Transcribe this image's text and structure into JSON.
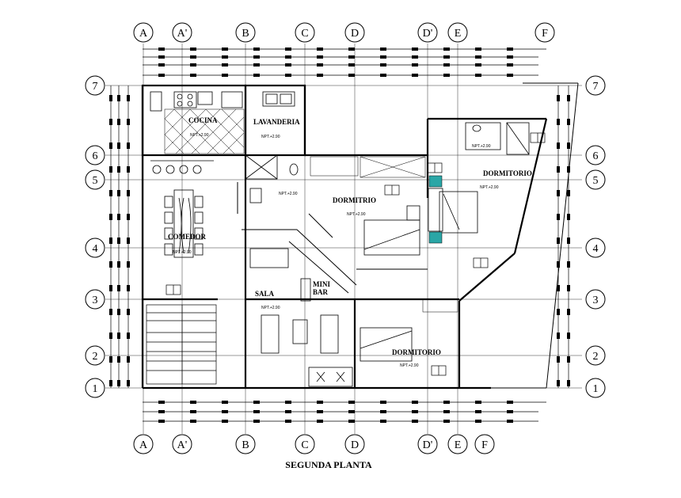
{
  "plan_title": "SEGUNDA PLANTA",
  "axes_top": [
    "A",
    "A'",
    "B",
    "C",
    "D",
    "D'",
    "E",
    "F"
  ],
  "axes_bottom": [
    "A",
    "A'",
    "B",
    "C",
    "D",
    "D'",
    "E",
    "F"
  ],
  "axes_left": [
    "7",
    "6",
    "5",
    "4",
    "3",
    "2",
    "1"
  ],
  "axes_right": [
    "7",
    "6",
    "5",
    "4",
    "3",
    "2",
    "1"
  ],
  "rooms": {
    "cocina": "COCINA",
    "lavanderia": "LAVANDERIA",
    "comedor": "COMEDOR",
    "sala": "SALA",
    "mini_bar_1": "MINI",
    "mini_bar_2": "BAR",
    "dormitorio_1": "DORMITRIO",
    "dormitorio_2": "DORMITORIO",
    "dormitorio_3": "DORMITORIO"
  },
  "level_note": "NPT.+2.90",
  "colors": {
    "line": "#000000",
    "background": "#ffffff",
    "accent": "#2aa6a6"
  }
}
